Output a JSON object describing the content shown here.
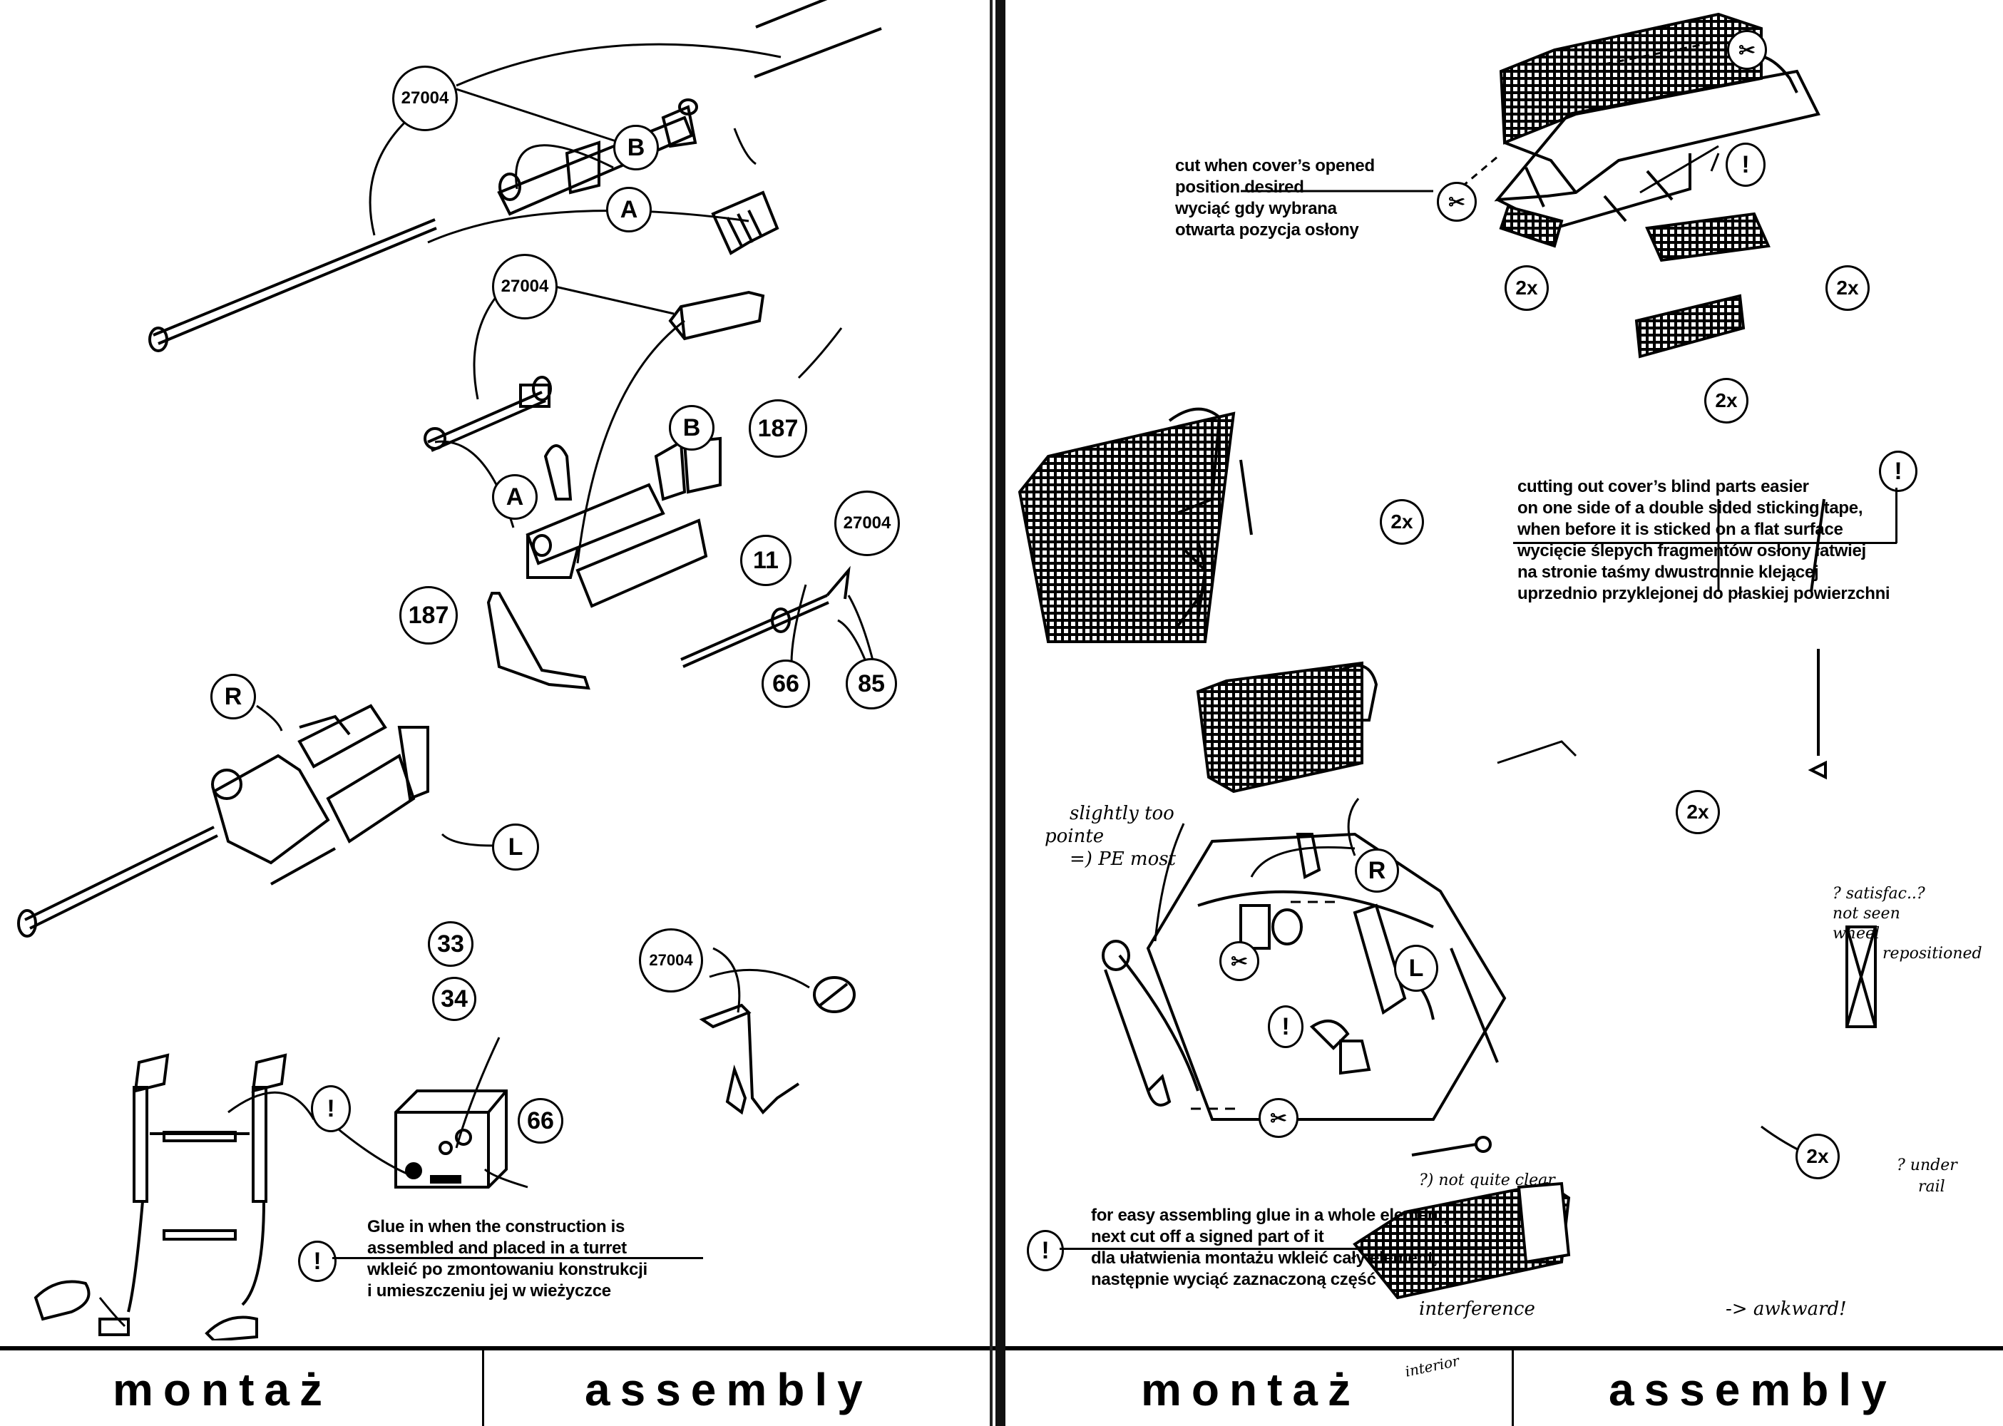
{
  "document": {
    "type": "model kit assembly instructions (two facing pages, scanned)",
    "left_page": {
      "part_labels": {
        "p27004_a": "27004",
        "p27004_b": "27004",
        "p27004_c": "27004",
        "p27004_d": "27004",
        "A_top": "A",
        "B_top": "B",
        "A_mid": "A",
        "B_mid": "B",
        "p187_a": "187",
        "p187_b": "187",
        "p11": "11",
        "p66_a": "66",
        "p85": "85",
        "R": "R",
        "L": "L",
        "p33": "33",
        "p34": "34",
        "p66_b": "66",
        "warn_pedals": "!",
        "warn_note": "!"
      },
      "note": {
        "en_line1": "Glue in when the construction is",
        "en_line2": "assembled and placed in a turret",
        "pl_line1": "wkleić po zmontowaniu konstrukcji",
        "pl_line2": "i umieszczeniu jej w wieżyczce"
      },
      "footer": {
        "pl": "montaż",
        "en": "assembly"
      }
    },
    "right_page": {
      "part_labels": {
        "cut_top": "✂",
        "cut_left": "✂",
        "warn_cover": "!",
        "x2_a": "2x",
        "x2_b": "2x",
        "x2_c": "2x",
        "x2_d": "2x",
        "warn_blind": "!",
        "x2_e": "2x",
        "R": "R",
        "L": "L",
        "cut_r": "✂",
        "warn_rl": "!",
        "cut_l": "✂",
        "x2_f": "2x",
        "warn_bottom": "!"
      },
      "note_cut": {
        "en_line1": "cut when cover’s opened",
        "en_line2": "position desired",
        "pl_line1": "wyciąć gdy wybrana",
        "pl_line2": "otwarta pozycja osłony"
      },
      "note_blind": {
        "en_line1": "cutting out cover’s blind parts easier",
        "en_line2": "on one side of a double sided sticking tape,",
        "en_line3": "when before it is sticked on a flat surface",
        "pl_line1": "wycięcie ślepych fragmentów osłony łatwiej",
        "pl_line2": "na stronie taśmy dwustronnie klejącej",
        "pl_line3": "uprzednio przyklejonej do płaskiej powierzchni"
      },
      "note_bottom": {
        "en_line1": "for easy assembling glue in a whole element,",
        "en_line2": "next cut off a signed  part of it",
        "pl_line1": "dla ułatwienia montażu wkleić cały element,",
        "pl_line2": "następnie wyciąć zaznaczoną część"
      },
      "handwritten": {
        "h1_line1": "slightly too",
        "h1_line2": "pointe",
        "h1_line3": "=) PE most",
        "h2_line1": "? satisfac..?",
        "h2_line2": "not seen",
        "h2_line3": "wheel",
        "h2_line4": "repositioned",
        "h3": "?) not quite clear",
        "h4_line1": "? under",
        "h4_line2": "rail",
        "h5": "-> awkward!",
        "h6": "interference",
        "h7": "interior"
      },
      "footer": {
        "pl": "montaż",
        "en": "assembly"
      }
    }
  }
}
